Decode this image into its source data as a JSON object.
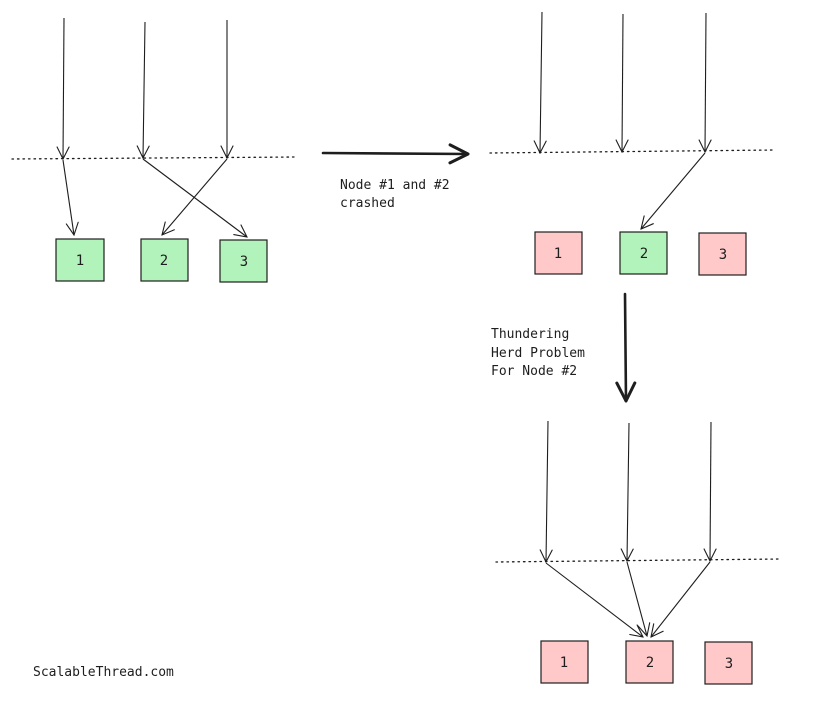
{
  "colors": {
    "healthy_fill": "#b2f2bb",
    "crashed_fill": "#ffc9c9",
    "stroke": "#1e1e1e",
    "background": "#ffffff"
  },
  "panels": {
    "initial": {
      "nodes": [
        {
          "label": "1",
          "state": "healthy"
        },
        {
          "label": "2",
          "state": "healthy"
        },
        {
          "label": "3",
          "state": "healthy"
        }
      ]
    },
    "after_crash": {
      "nodes": [
        {
          "label": "1",
          "state": "crashed"
        },
        {
          "label": "2",
          "state": "healthy"
        },
        {
          "label": "3",
          "state": "crashed"
        }
      ]
    },
    "thundering_herd": {
      "nodes": [
        {
          "label": "1",
          "state": "crashed"
        },
        {
          "label": "2",
          "state": "crashed"
        },
        {
          "label": "3",
          "state": "crashed"
        }
      ]
    }
  },
  "transitions": {
    "crash": {
      "lines": [
        "Node #1 and #2",
        "crashed"
      ]
    },
    "herd": {
      "lines": [
        "Thundering",
        "Herd Problem",
        "For Node #2"
      ]
    }
  },
  "watermark": "ScalableThread.com"
}
